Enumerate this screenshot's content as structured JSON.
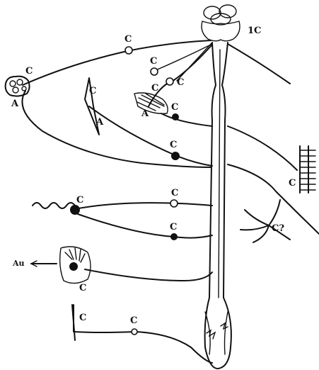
{
  "labels": {
    "c_1": "C",
    "c_2": "C",
    "c_3": "C",
    "c_4": "C",
    "c_5": "C",
    "c_6": "C",
    "c_7": "C",
    "c_8": "C",
    "c_9": "C",
    "c_10": "C",
    "c_11": "C",
    "c_12": "C",
    "c_13": "C",
    "c_14": "C",
    "c_15": "C?",
    "c_16": "1C",
    "a_1": "A",
    "a_2": "A",
    "a_3": "A",
    "au": "Au"
  }
}
